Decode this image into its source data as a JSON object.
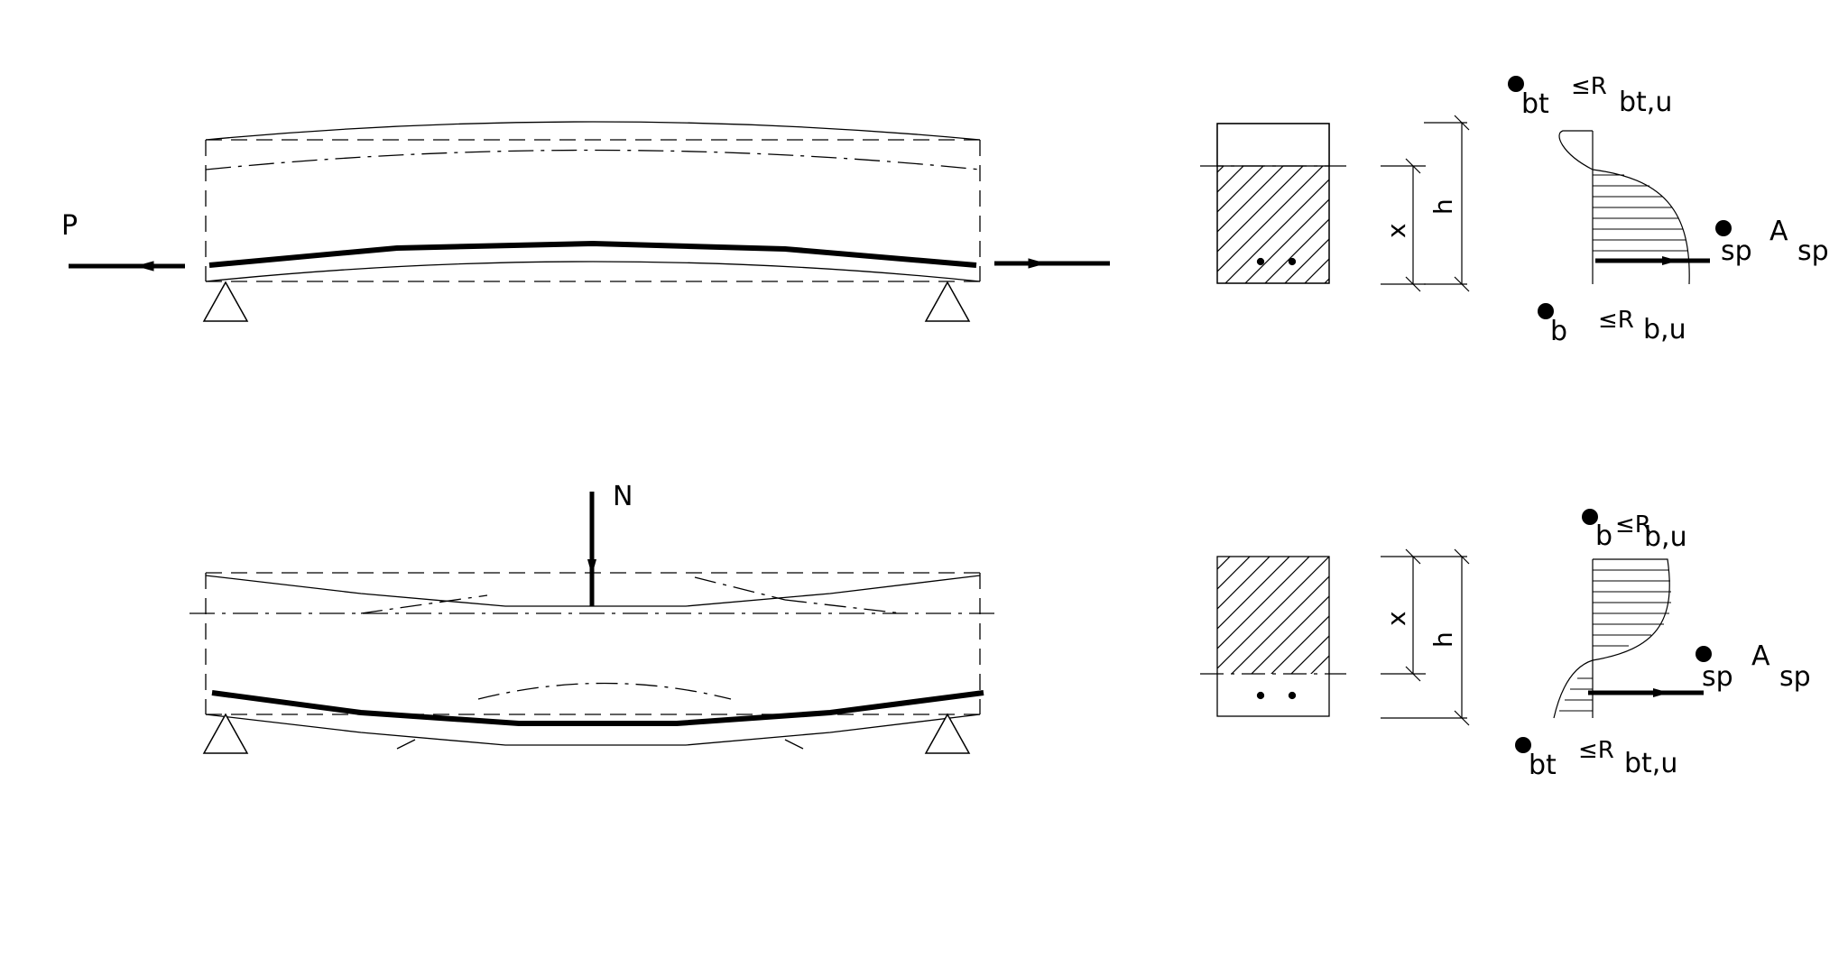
{
  "diagram_1": {
    "force_label": "P",
    "stress_top": {
      "base": "",
      "sub": "bt",
      "rel": "≤R",
      "rsub": "bt,u"
    },
    "stress_bottom": {
      "base": "",
      "sub": "b",
      "rel": "≤R",
      "rsub": "b,u"
    },
    "steel": {
      "sub": "sp",
      "area_base": "A",
      "area_sub": "sp"
    },
    "dim_height": "h",
    "dim_zone": "x"
  },
  "diagram_2": {
    "force_label": "N",
    "stress_top": {
      "base": "",
      "sub": "b",
      "rel": "≤R",
      "rsub": "b,u"
    },
    "stress_bottom": {
      "base": "",
      "sub": "bt",
      "rel": "≤R",
      "rsub": "bt,u"
    },
    "steel": {
      "sub": "sp",
      "area_base": "A",
      "area_sub": "sp"
    },
    "dim_height": "h",
    "dim_zone": "x"
  }
}
